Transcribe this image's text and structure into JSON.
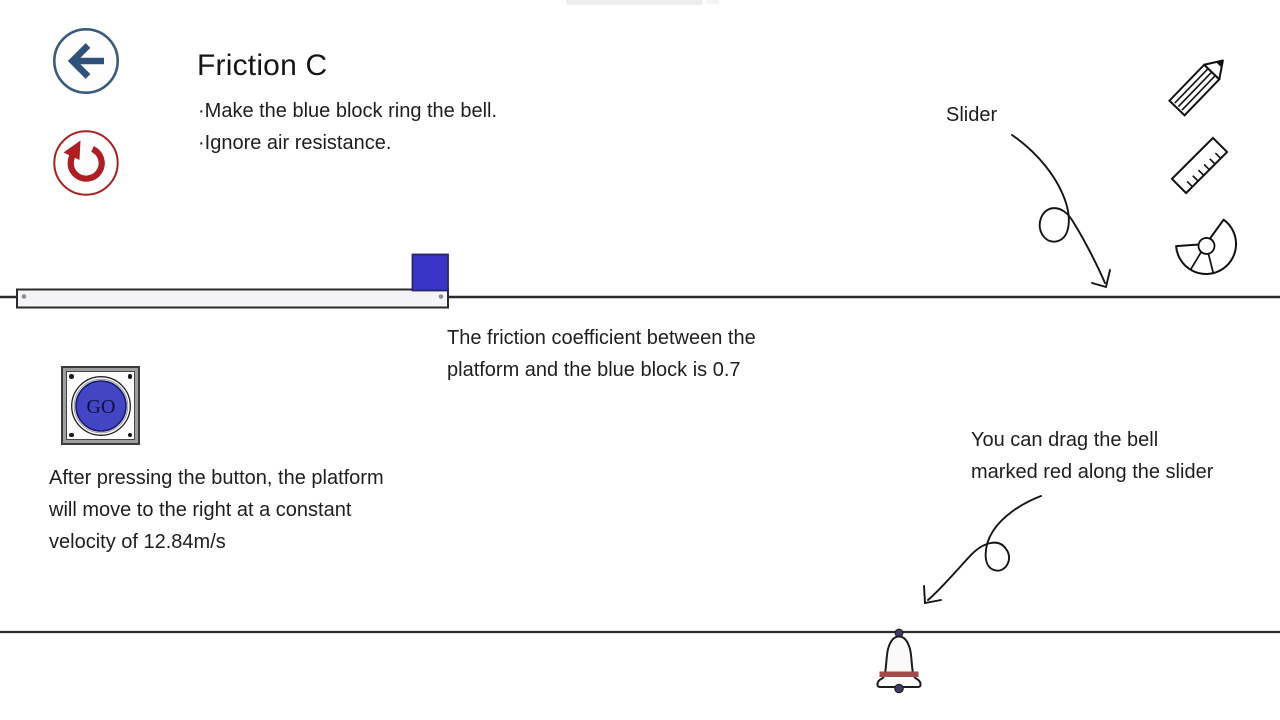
{
  "header": {
    "title": "Friction C",
    "instructions": [
      "·Make the blue block ring the bell.",
      "·Ignore air resistance."
    ]
  },
  "nav": {
    "back_icon": "arrow-left-icon",
    "reset_icon": "undo-icon"
  },
  "tools": {
    "items": [
      "pencil-icon",
      "ruler-icon",
      "protractor-icon"
    ]
  },
  "annotations": {
    "slider_label": "Slider",
    "bell_hint_lines": [
      "You can drag the bell",
      "marked red along the slider"
    ]
  },
  "simulation": {
    "friction_lines": [
      "The friction coefficient between the",
      "platform and the blue block is 0.7"
    ],
    "go_label": "GO",
    "platform_lines": [
      "After pressing the button, the platform",
      "will move to the right at a constant",
      "velocity of 12.84m/s"
    ],
    "friction_coefficient": "0.7",
    "platform_velocity": "12.84m/s",
    "bell_icon": "bell-icon"
  },
  "colors": {
    "block_blue": "#3b35c5",
    "block_border": "#28246e",
    "go_blue": "#4245c4",
    "back_blue": "#3a5a7e",
    "back_arrow_blue": "#2e527c",
    "reset_red": "#a6201f",
    "bell_band_red": "#a34a4a",
    "bell_metal_navy": "#3c3c64",
    "line_black": "#2b2b2b"
  }
}
